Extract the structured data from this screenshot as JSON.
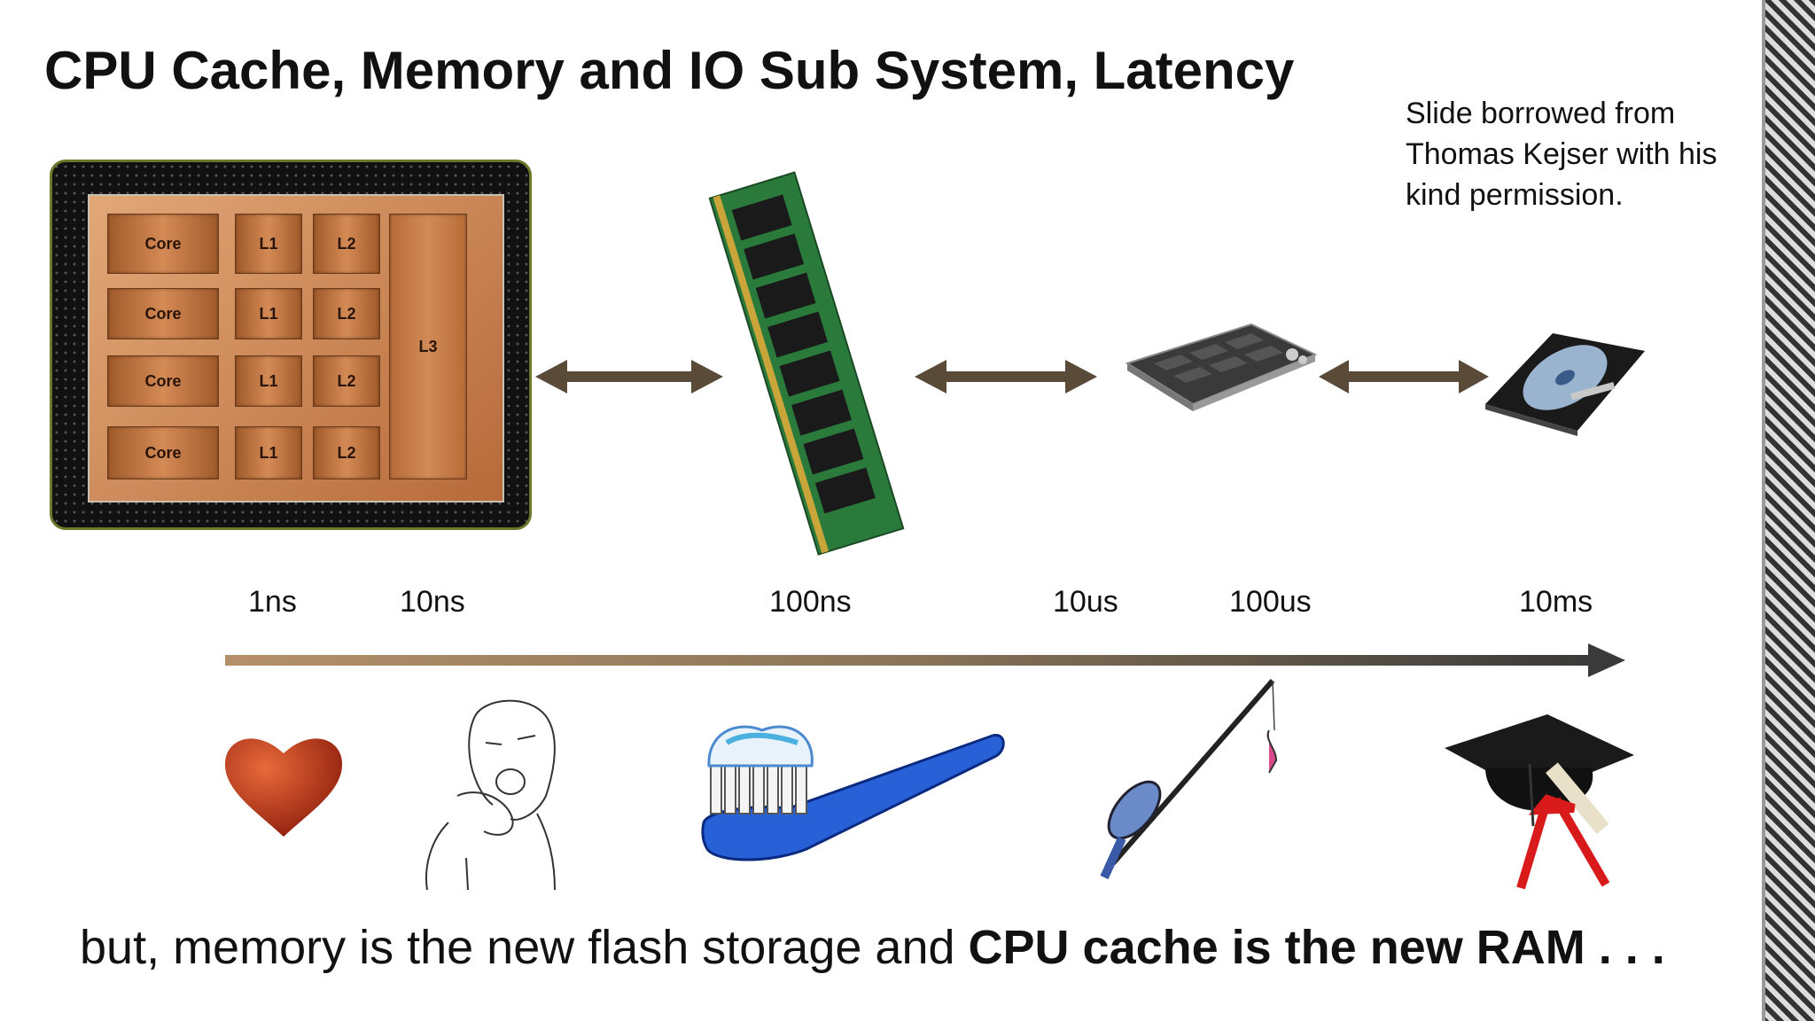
{
  "title": "CPU Cache, Memory and IO Sub System, Latency",
  "credit": [
    "Slide borrowed from",
    "Thomas Kejser with his",
    "kind permission."
  ],
  "cpu": {
    "core_label": "Core",
    "l1_label": "L1",
    "l2_label": "L2",
    "l3_label": "L3"
  },
  "latencies": [
    "1ns",
    "10ns",
    "100ns",
    "10us",
    "100us",
    "10ms"
  ],
  "bottom": {
    "normal": "but, memory is the new flash storage and ",
    "bold": "CPU cache is the new RAM . . ."
  },
  "icons": [
    "cpu-die-icon",
    "ram-module-icon",
    "ssd-card-icon",
    "hard-disk-icon",
    "heart-icon",
    "yawning-face-icon",
    "toothbrush-icon",
    "fishing-rod-icon",
    "graduation-cap-icon"
  ],
  "colors": {
    "arrow": "#5a4a38",
    "timeline_start": "#b4906a",
    "timeline_end": "#3a3a3a",
    "toothbrush": "#2860d8"
  }
}
